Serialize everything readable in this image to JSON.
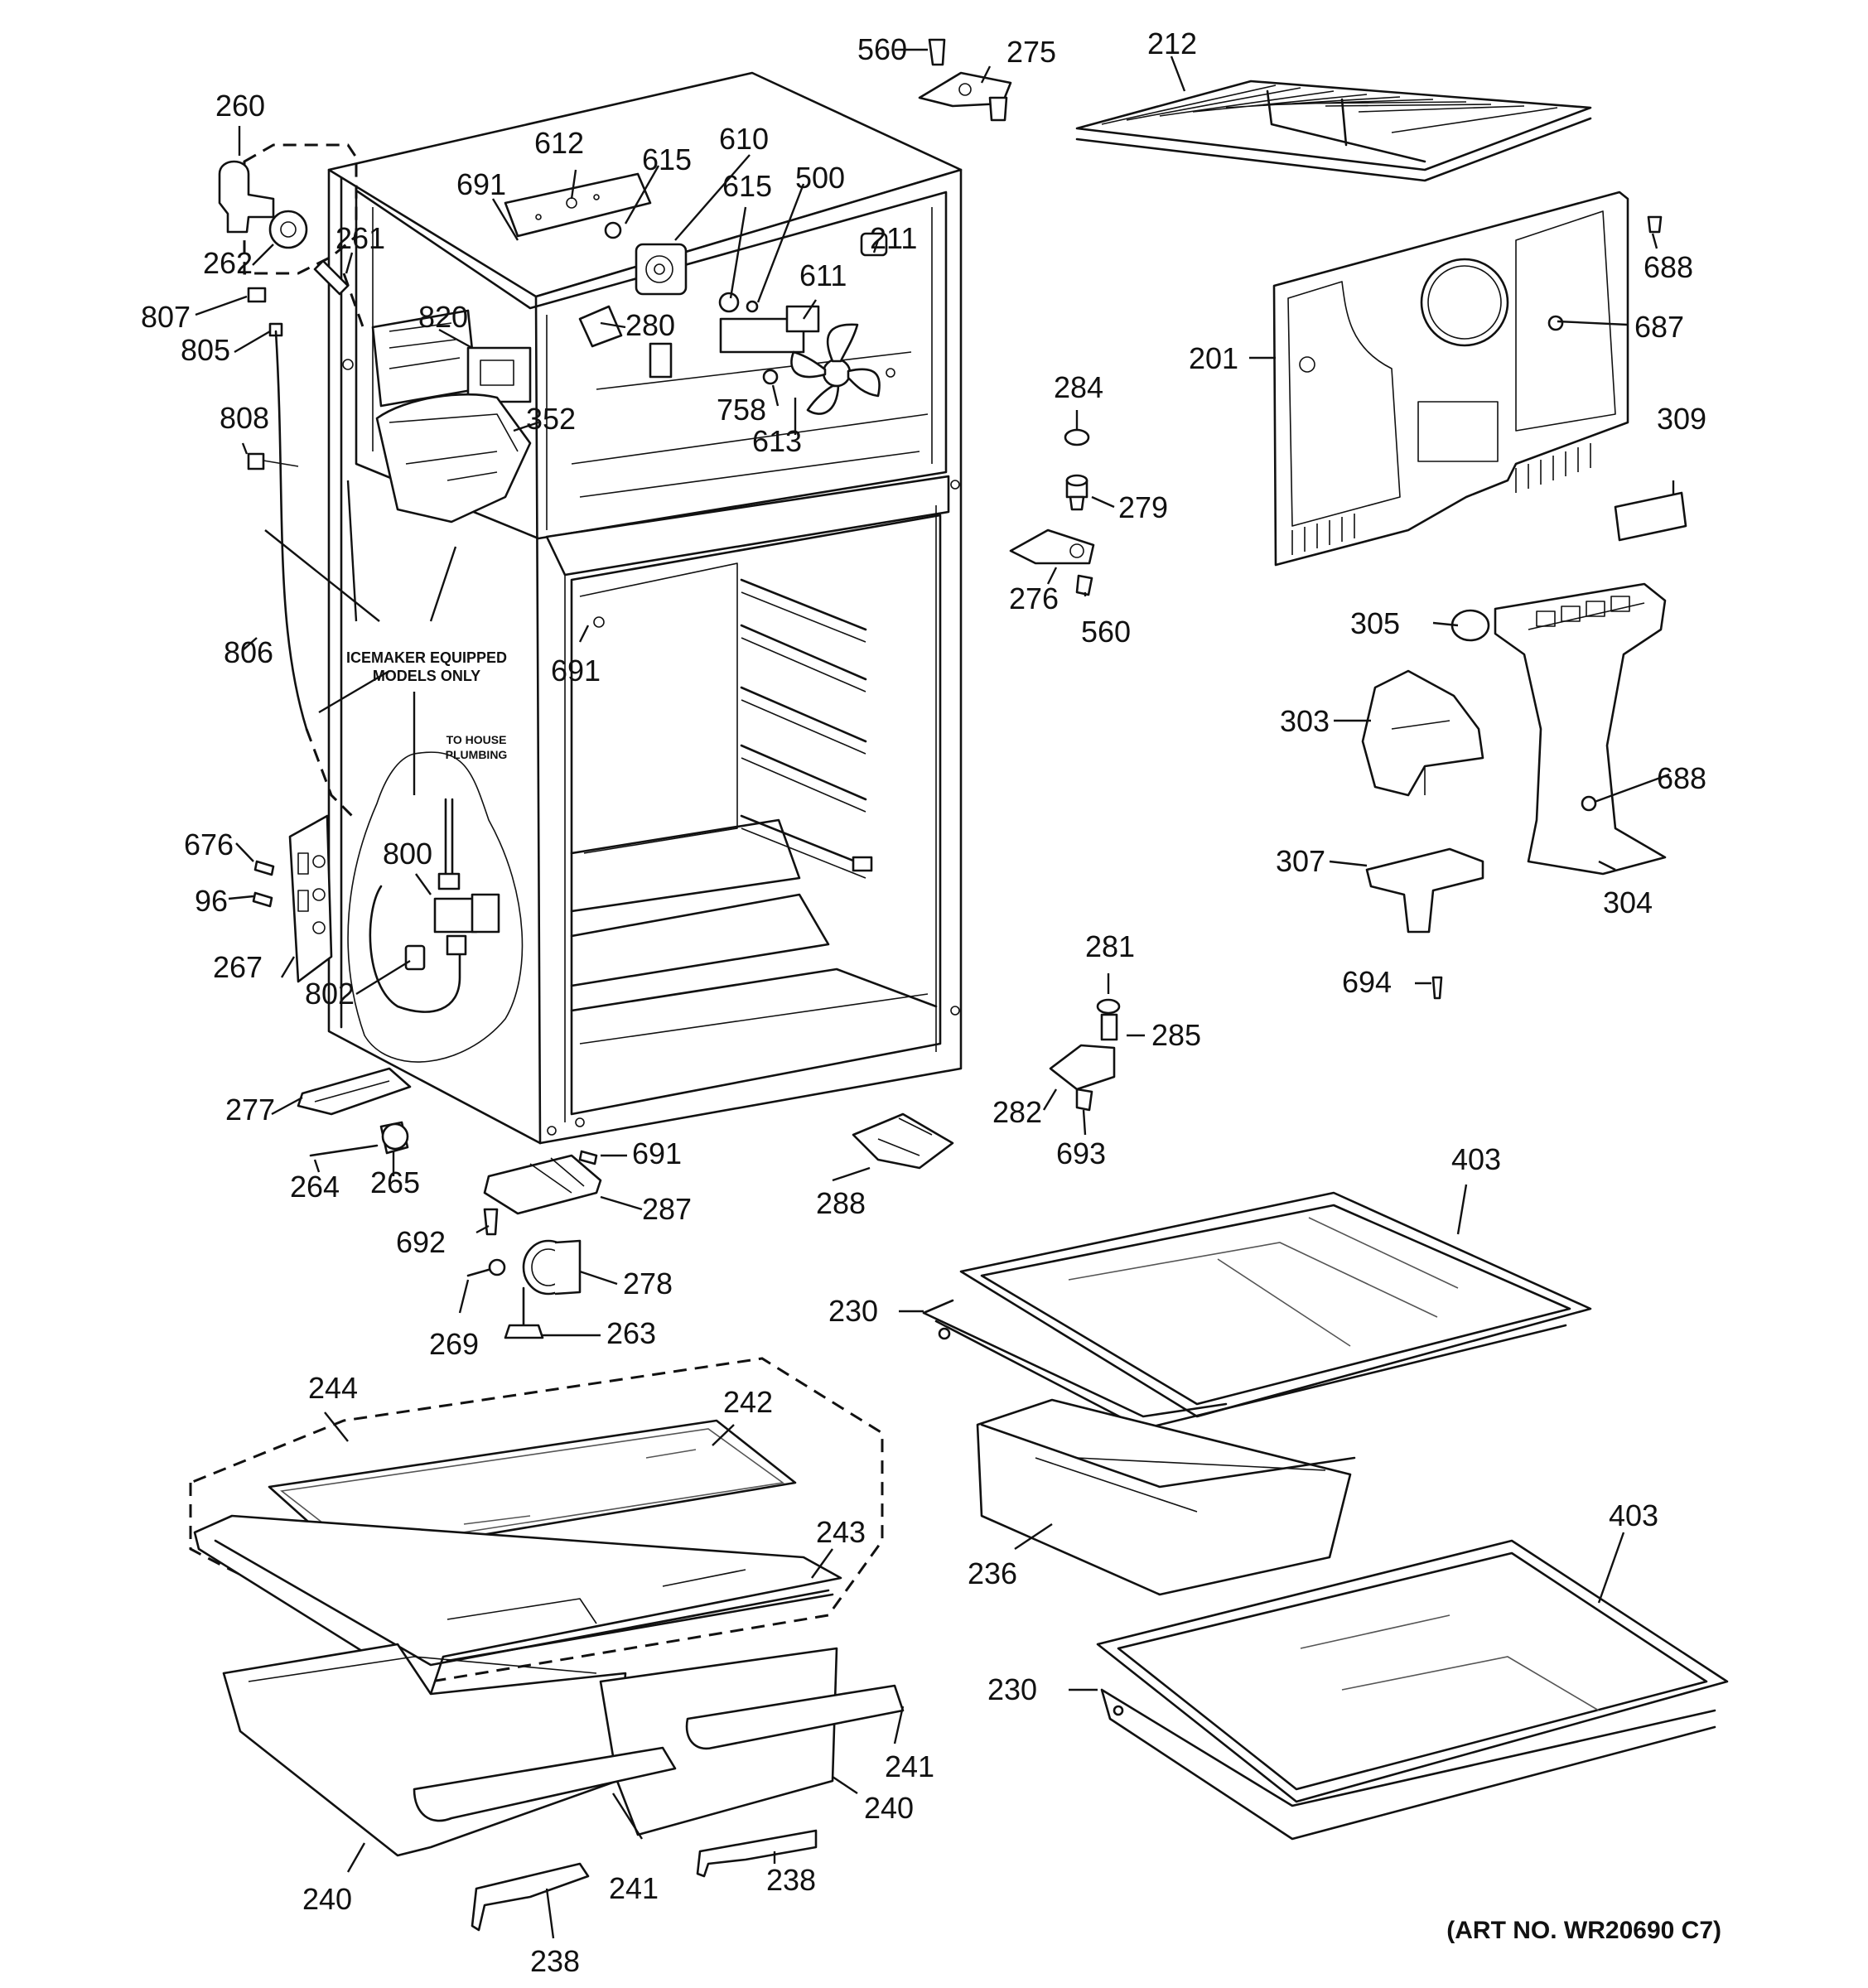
{
  "art_number": "(ART NO. WR20690 C7)",
  "notes": {
    "icemaker": [
      "ICEMAKER EQUIPPED",
      "MODELS ONLY"
    ],
    "plumbing": [
      "TO HOUSE",
      "PLUMBING"
    ]
  },
  "labels": {
    "p560a": "560",
    "p275": "275",
    "p212": "212",
    "p260": "260",
    "p612": "612",
    "p615a": "615",
    "p610": "610",
    "p615b": "615",
    "p500": "500",
    "p691a": "691",
    "p688a": "688",
    "p262": "262",
    "p261": "261",
    "p211": "211",
    "p611": "611",
    "p807": "807",
    "p820": "820",
    "p280": "280",
    "p687": "687",
    "p805": "805",
    "p201": "201",
    "p758": "758",
    "p284": "284",
    "p352": "352",
    "p808": "808",
    "p309": "309",
    "p613": "613",
    "p279": "279",
    "p276": "276",
    "p560b": "560",
    "p305": "305",
    "p806": "806",
    "p691b": "691",
    "p303": "303",
    "p688b": "688",
    "p676": "676",
    "p800": "800",
    "p307": "307",
    "p96": "96",
    "p304": "304",
    "p281": "281",
    "p267": "267",
    "p694": "694",
    "p802": "802",
    "p285": "285",
    "p277": "277",
    "p282": "282",
    "p691c": "691",
    "p693": "693",
    "p264": "264",
    "p265": "265",
    "p403a": "403",
    "p287": "287",
    "p288": "288",
    "p692": "692",
    "p278": "278",
    "p230a": "230",
    "p263": "263",
    "p269": "269",
    "p244": "244",
    "p242": "242",
    "p243": "243",
    "p403b": "403",
    "p236": "236",
    "p230b": "230",
    "p241a": "241",
    "p240a": "240",
    "p238a": "238",
    "p240b": "240",
    "p241b": "241",
    "p238b": "238"
  }
}
